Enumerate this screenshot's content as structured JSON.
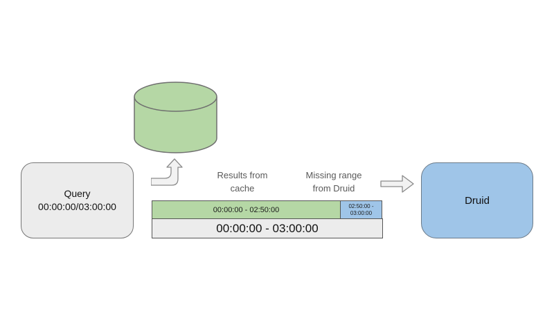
{
  "query_box": {
    "title": "Query",
    "range": "00:00:00/03:00:00",
    "fill": "#ececec"
  },
  "cache_cylinder": {
    "fill": "#b5d7a5",
    "stroke": "#6e6e6e"
  },
  "labels": {
    "results_from_cache": "Results from\ncache",
    "missing_range": "Missing range\nfrom Druid"
  },
  "timeline": {
    "cached_segment": {
      "label": "00:00:00 - 02:50:00",
      "fill": "#b5d7a5"
    },
    "missing_segment": {
      "label": "02:50:00 -\n03:00:00",
      "fill": "#9fc5e8"
    },
    "full_range": {
      "label": "00:00:00 - 03:00:00",
      "fill": "#ececec"
    }
  },
  "druid_box": {
    "label": "Druid",
    "fill": "#9fc5e8"
  },
  "icons": {
    "curved_up_arrow": {
      "fill": "#f2f2f2",
      "stroke": "#8a8a8a"
    },
    "right_arrow": {
      "fill": "#f2f2f2",
      "stroke": "#8a8a8a"
    }
  }
}
